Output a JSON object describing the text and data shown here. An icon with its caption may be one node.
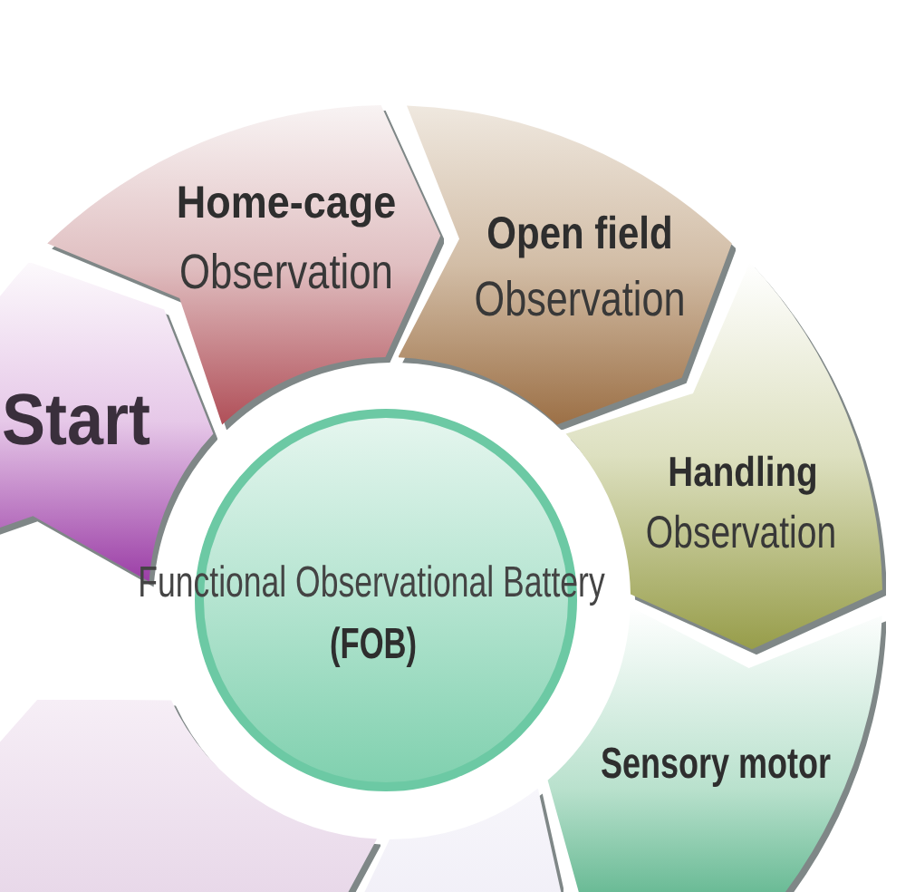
{
  "diagram": {
    "nodes": [
      {
        "text": [
          "Start"
        ]
      },
      {
        "text": [
          "Home-cage",
          "Observation"
        ]
      },
      {
        "text": [
          "Open field",
          "Observation"
        ]
      },
      {
        "text": [
          "Handling",
          "Observation"
        ]
      },
      {
        "text": [
          "Sensory motor"
        ]
      },
      {
        "text": [],
        "shape": "chevron"
      },
      {
        "text": [],
        "shape": "chevron"
      },
      {
        "text": [
          "Functional Observational Battery",
          "(FOB)"
        ]
      }
    ]
  }
}
